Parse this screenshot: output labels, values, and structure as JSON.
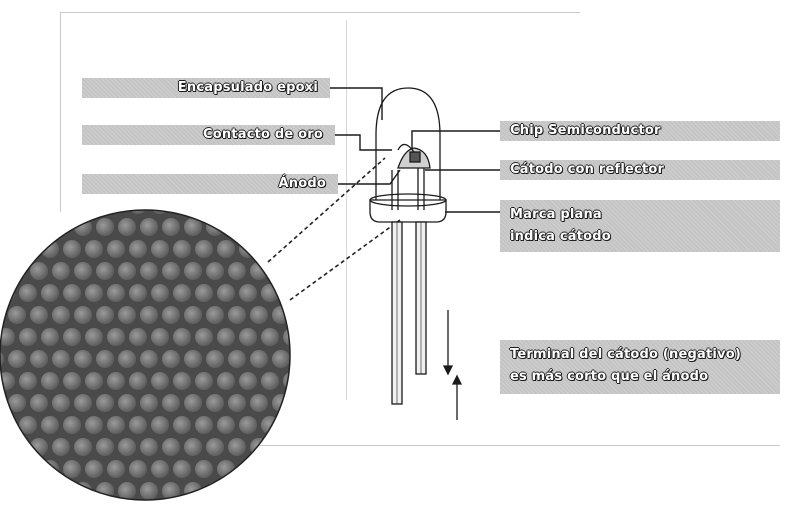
{
  "labels": {
    "epoxy_case": "Encapsulado epoxi",
    "gold_contact": "Contacto de oro",
    "anode": "Ánodo",
    "semiconductor_chip": "Chip Semiconductor",
    "cathode_reflector": "Cátodo con reflector",
    "flat_mark_line1": "Marca plana",
    "flat_mark_line2": "indica cátodo",
    "cathode_terminal_line1": "Terminal del cátodo (negativo)",
    "cathode_terminal_line2": "es más corto que el ánodo"
  },
  "colors": {
    "label_background": "#c4c4c4",
    "label_text": "#ffffff",
    "outline": "#1a1a1a",
    "magnified_circle": "#4a4a4a"
  }
}
